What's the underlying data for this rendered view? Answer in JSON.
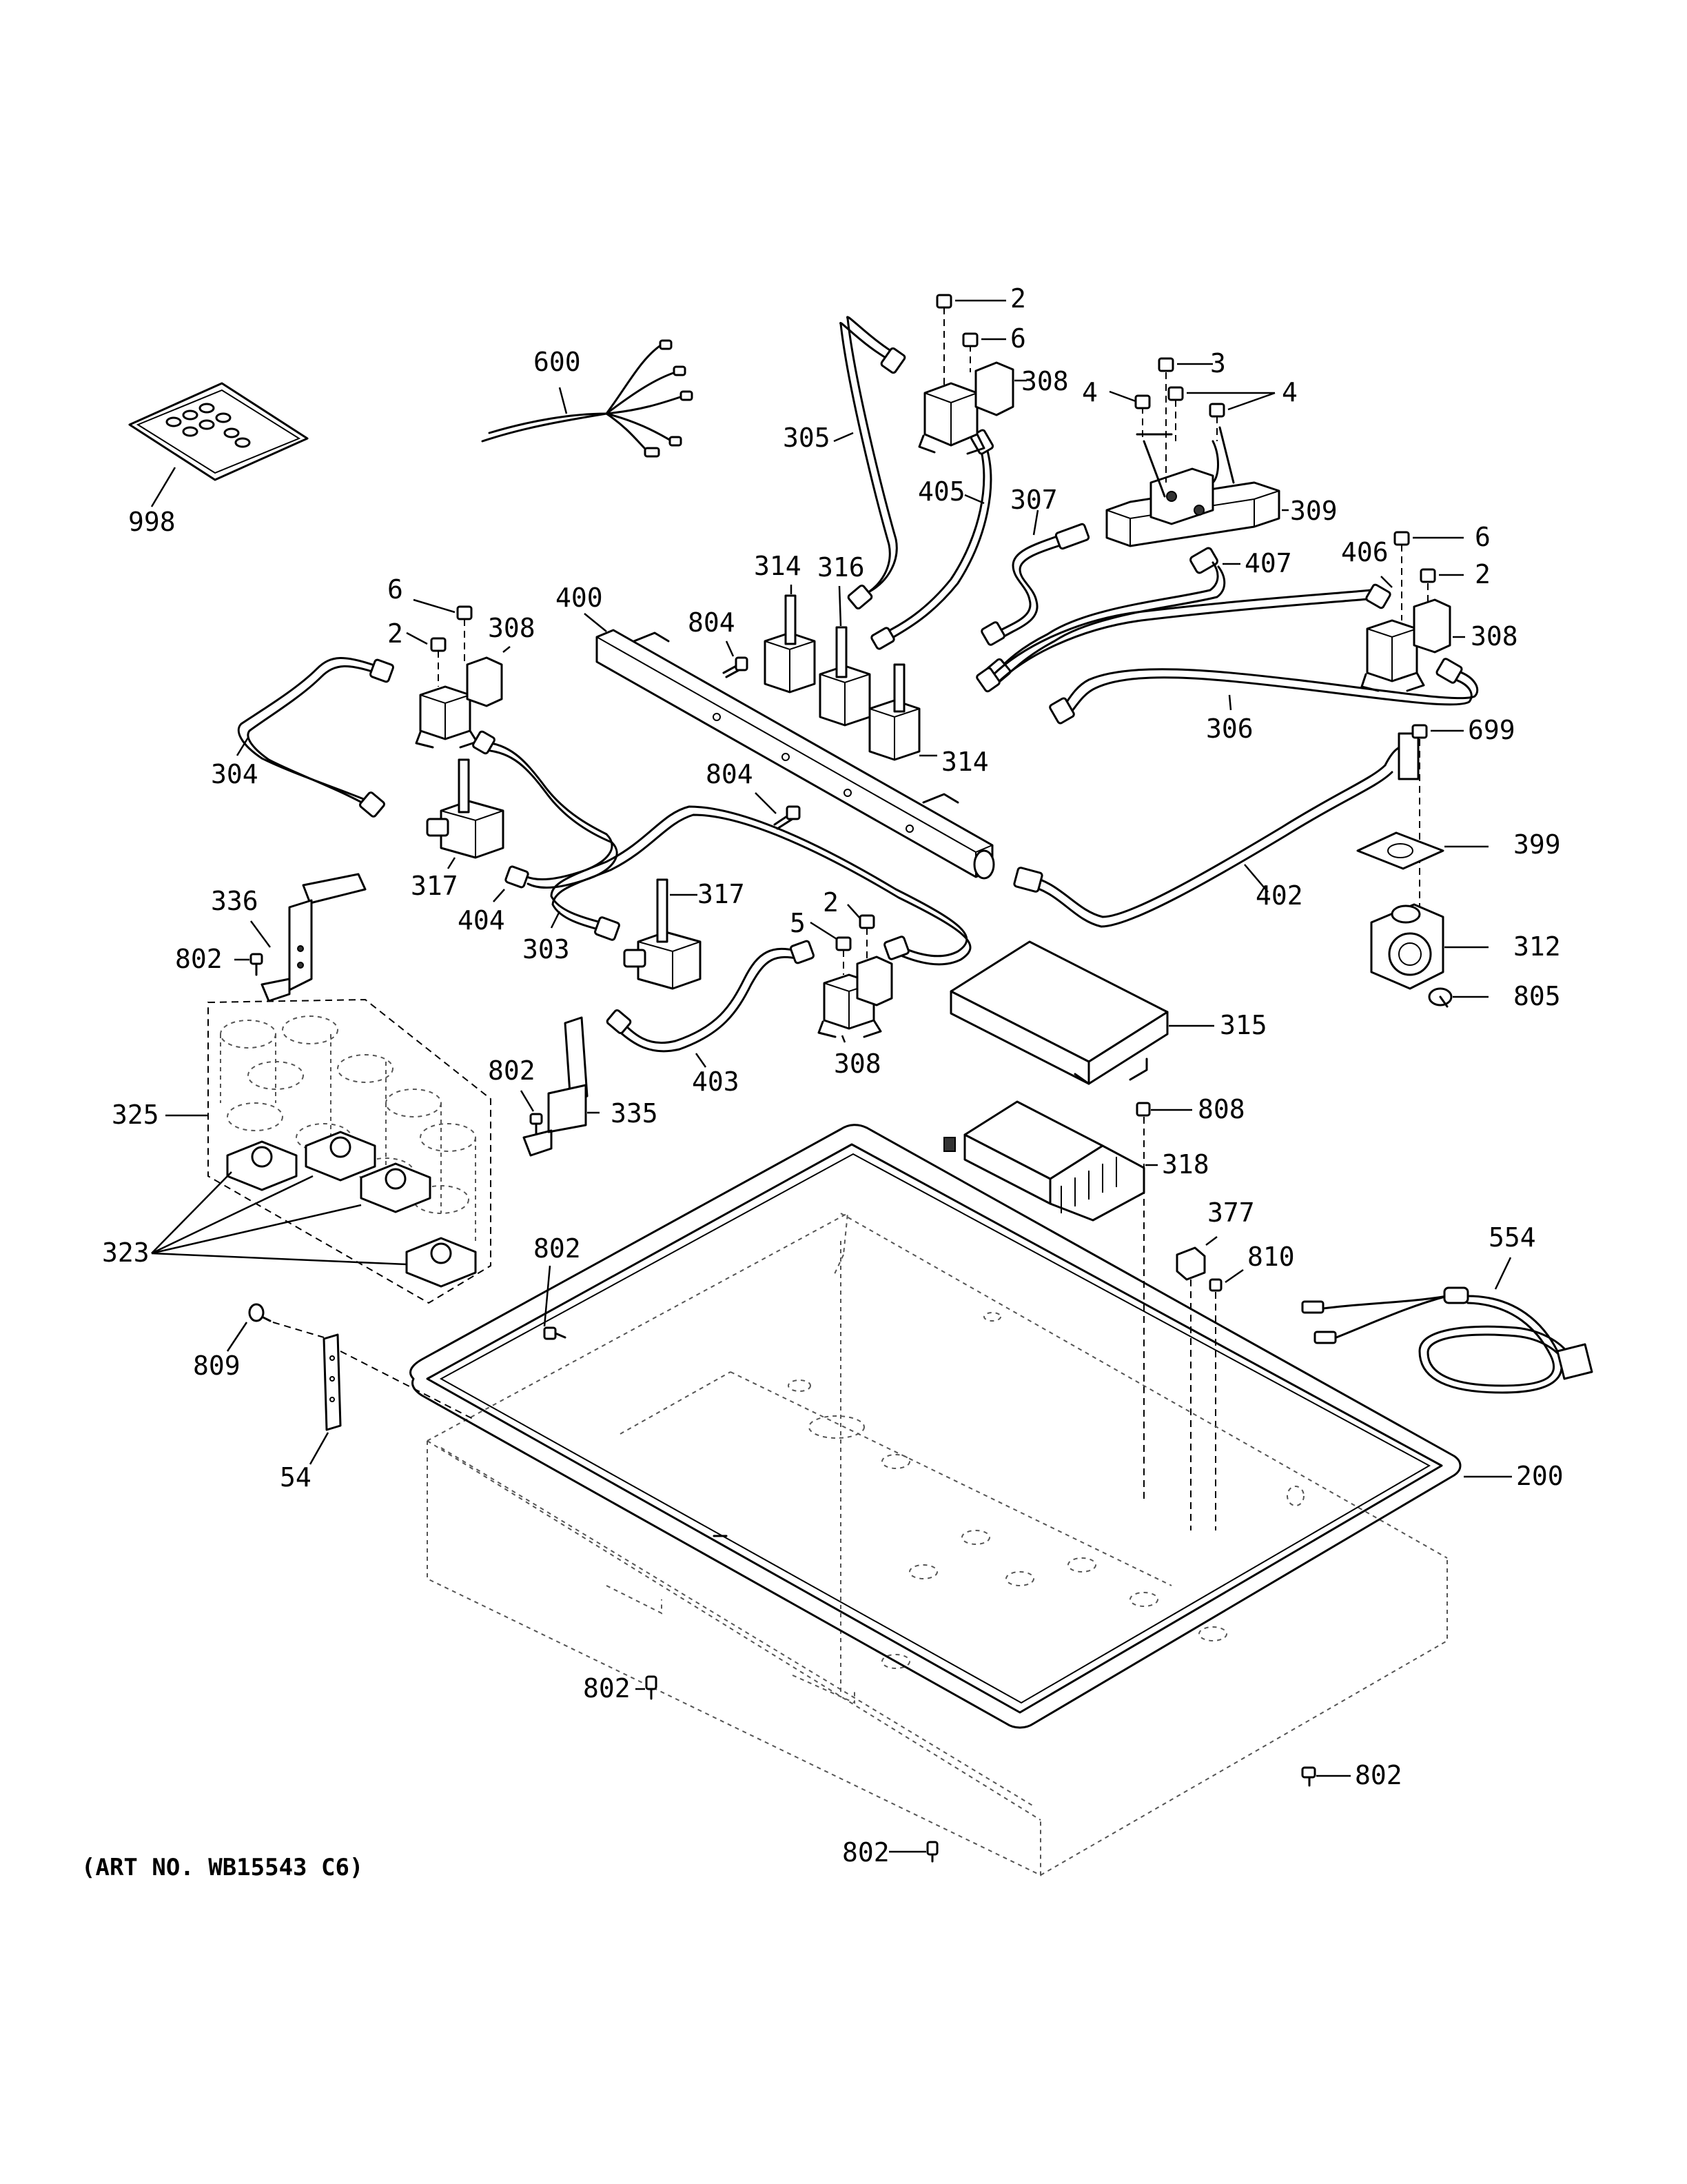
{
  "art_number": "(ART NO. WB15543 C6)",
  "callouts": [
    {
      "id": "c-2-a",
      "text": "2"
    },
    {
      "id": "c-6-a",
      "text": "6"
    },
    {
      "id": "c-308-a",
      "text": "308"
    },
    {
      "id": "c-3",
      "text": "3"
    },
    {
      "id": "c-4-a",
      "text": "4"
    },
    {
      "id": "c-4-b",
      "text": "4"
    },
    {
      "id": "c-600",
      "text": "600"
    },
    {
      "id": "c-305",
      "text": "305"
    },
    {
      "id": "c-405",
      "text": "405"
    },
    {
      "id": "c-307",
      "text": "307"
    },
    {
      "id": "c-309",
      "text": "309"
    },
    {
      "id": "c-998",
      "text": "998"
    },
    {
      "id": "c-6-b",
      "text": "6"
    },
    {
      "id": "c-407",
      "text": "407"
    },
    {
      "id": "c-406",
      "text": "406"
    },
    {
      "id": "c-2-b",
      "text": "2"
    },
    {
      "id": "c-314-a",
      "text": "314"
    },
    {
      "id": "c-316",
      "text": "316"
    },
    {
      "id": "c-400",
      "text": "400"
    },
    {
      "id": "c-6-c",
      "text": "6"
    },
    {
      "id": "c-308-b",
      "text": "308"
    },
    {
      "id": "c-2-c",
      "text": "2"
    },
    {
      "id": "c-804-a",
      "text": "804"
    },
    {
      "id": "c-308-c",
      "text": "308"
    },
    {
      "id": "c-306",
      "text": "306"
    },
    {
      "id": "c-699",
      "text": "699"
    },
    {
      "id": "c-304",
      "text": "304"
    },
    {
      "id": "c-314-b",
      "text": "314"
    },
    {
      "id": "c-804-b",
      "text": "804"
    },
    {
      "id": "c-399",
      "text": "399"
    },
    {
      "id": "c-317-a",
      "text": "317"
    },
    {
      "id": "c-404",
      "text": "404"
    },
    {
      "id": "c-317-b",
      "text": "317"
    },
    {
      "id": "c-402",
      "text": "402"
    },
    {
      "id": "c-336",
      "text": "336"
    },
    {
      "id": "c-2-d",
      "text": "2"
    },
    {
      "id": "c-303",
      "text": "303"
    },
    {
      "id": "c-312",
      "text": "312"
    },
    {
      "id": "c-802-a",
      "text": "802"
    },
    {
      "id": "c-5",
      "text": "5"
    },
    {
      "id": "c-805",
      "text": "805"
    },
    {
      "id": "c-315",
      "text": "315"
    },
    {
      "id": "c-802-b",
      "text": "802"
    },
    {
      "id": "c-308-d",
      "text": "308"
    },
    {
      "id": "c-403",
      "text": "403"
    },
    {
      "id": "c-325",
      "text": "325"
    },
    {
      "id": "c-335",
      "text": "335"
    },
    {
      "id": "c-808",
      "text": "808"
    },
    {
      "id": "c-318",
      "text": "318"
    },
    {
      "id": "c-377",
      "text": "377"
    },
    {
      "id": "c-323",
      "text": "323"
    },
    {
      "id": "c-802-c",
      "text": "802"
    },
    {
      "id": "c-810",
      "text": "810"
    },
    {
      "id": "c-554",
      "text": "554"
    },
    {
      "id": "c-809",
      "text": "809"
    },
    {
      "id": "c-200",
      "text": "200"
    },
    {
      "id": "c-54",
      "text": "54"
    },
    {
      "id": "c-802-d",
      "text": "802"
    },
    {
      "id": "c-802-e",
      "text": "802"
    },
    {
      "id": "c-802-f",
      "text": "802"
    }
  ]
}
